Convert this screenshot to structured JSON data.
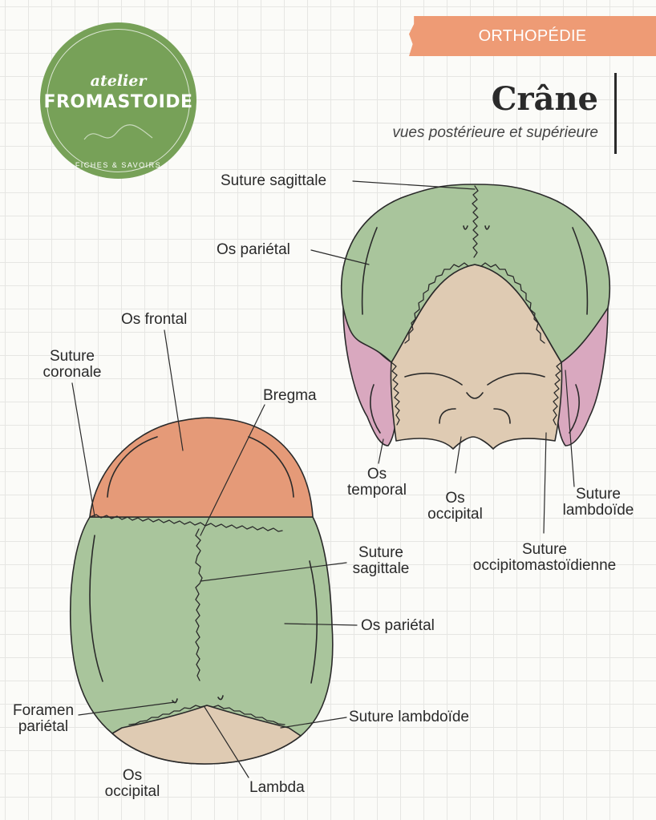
{
  "logo": {
    "small_text": "atelier",
    "big_text": "FROMASTOIDE",
    "sub_text": "FICHES & SAVOIRS"
  },
  "banner": {
    "label": "ORTHOPÉDIE"
  },
  "header": {
    "title": "Crâne",
    "subtitle": "vues postérieure et supérieure"
  },
  "colors": {
    "green_bone": "#a9c59c",
    "frontal": "#e59a78",
    "occipital": "#dfcbb3",
    "temporal": "#d9a8bf",
    "logo": "#77a158",
    "banner": "#ee9b75"
  },
  "posterior_view": {
    "labels": {
      "suture_sagittale": "Suture sagittale",
      "os_parietal": "Os pariétal",
      "os_temporal_1": "Os",
      "os_temporal_2": "temporal",
      "os_occipital_1": "Os",
      "os_occipital_2": "occipital",
      "suture_lambdoide_1": "Suture",
      "suture_lambdoide_2": "lambdoïde",
      "suture_occipitomastoidienne_1": "Suture",
      "suture_occipitomastoidienne_2": "occipitomastoïdienne"
    }
  },
  "superior_view": {
    "labels": {
      "os_frontal": "Os frontal",
      "suture_coronale_1": "Suture",
      "suture_coronale_2": "coronale",
      "bregma": "Bregma",
      "suture_sagittale_1": "Suture",
      "suture_sagittale_2": "sagittale",
      "os_parietal": "Os pariétal",
      "foramen_parietal_1": "Foramen",
      "foramen_parietal_2": "pariétal",
      "suture_lambdoide": "Suture lambdoïde",
      "os_occipital_1": "Os",
      "os_occipital_2": "occipital",
      "lambda": "Lambda"
    }
  }
}
